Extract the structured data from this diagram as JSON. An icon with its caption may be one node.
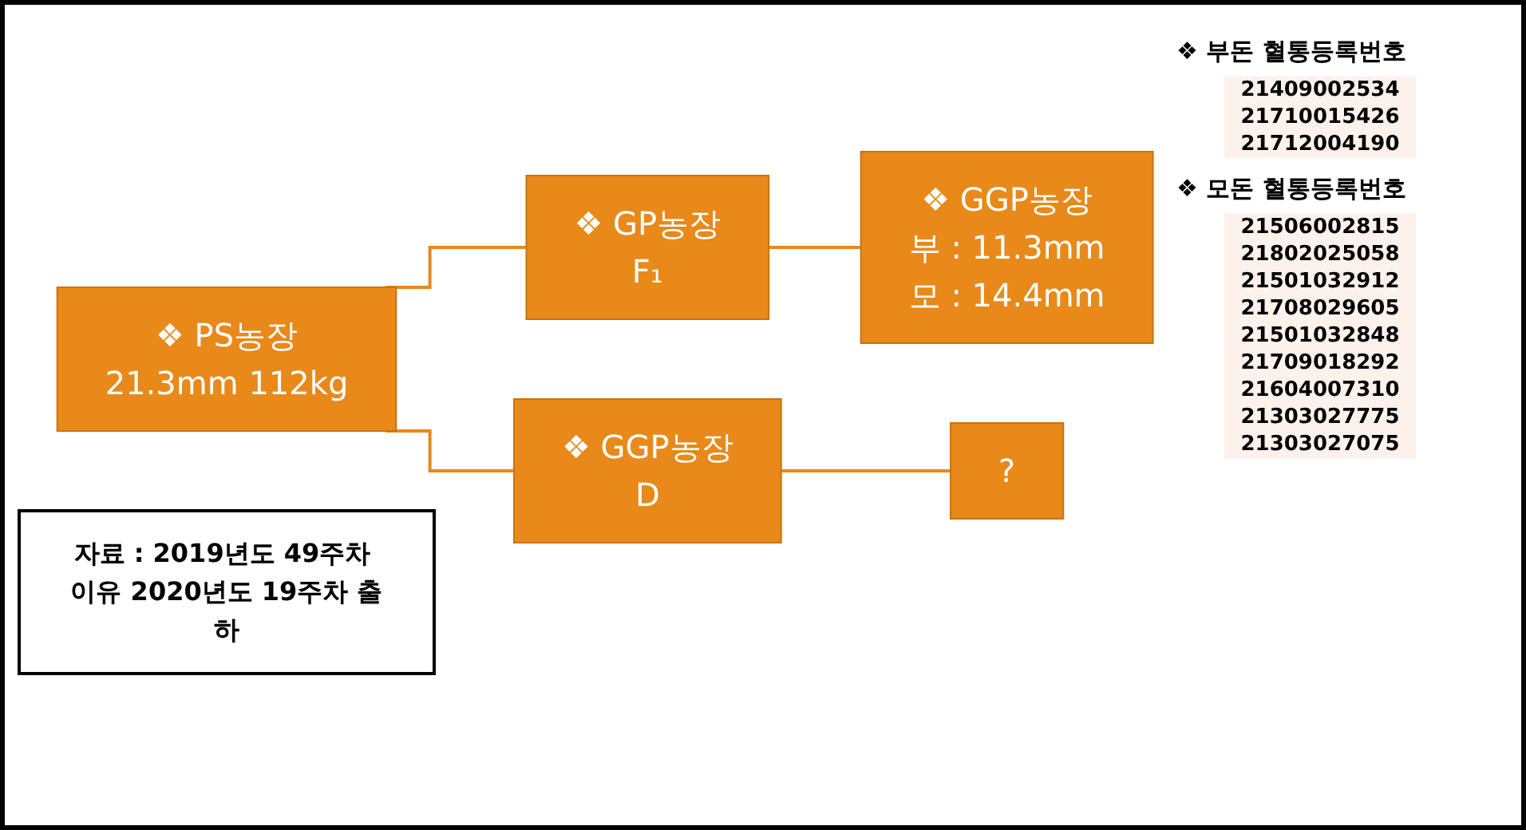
{
  "diagram": {
    "nodes": [
      {
        "text": [
          "❖ PS농장",
          "21.3mm 112kg"
        ]
      },
      {
        "text": [
          "❖ GP농장",
          "F₁"
        ]
      },
      {
        "text": [
          "❖ GGP농장",
          "부 : 11.3mm",
          "모 : 14.4mm"
        ]
      },
      {
        "text": [
          "❖ GGP농장",
          "D"
        ]
      },
      {
        "text": [
          "?"
        ]
      },
      {
        "text": [
          "자료 : 2019년도 49주차 이유 2020년도 19주차 출하"
        ]
      }
    ],
    "edges": [
      {
        "from": 0,
        "to": 1,
        "arrow": "none"
      },
      {
        "from": 0,
        "to": 3,
        "arrow": "none"
      },
      {
        "from": 1,
        "to": 2,
        "arrow": "none"
      },
      {
        "from": 3,
        "to": 4,
        "arrow": "none"
      }
    ],
    "labels": [
      "❖ 부돈 혈통등록번호",
      "21409002534",
      "21710015426",
      "21712004190",
      "❖ 모돈 혈통등록번호",
      "21506002815",
      "21802025058",
      "21501032912",
      "21708029605",
      "21501032848",
      "21709018292",
      "21604007310",
      "21303027775",
      "21303027075"
    ]
  }
}
